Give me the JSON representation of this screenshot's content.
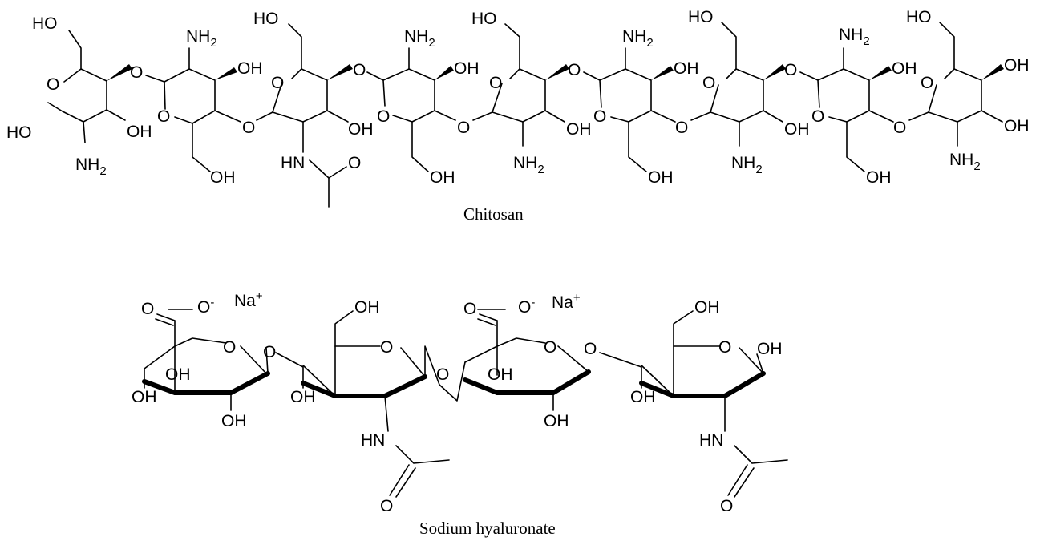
{
  "chitosan": {
    "caption": "Chitosan",
    "labels": {
      "ho": "HO",
      "oh": "OH",
      "o": "O",
      "nh2": "NH2",
      "nh2_main": "NH",
      "nh2_sub": "2",
      "hn": "HN"
    }
  },
  "hyaluronate": {
    "caption": "Sodium hyaluronate",
    "labels": {
      "counterion": "Na+",
      "counterion_main": "Na",
      "counterion_sup": "+",
      "carboxylate": "O",
      "carboxylate_charge": "-",
      "o": "O",
      "oh": "OH",
      "hn": "HN"
    }
  }
}
